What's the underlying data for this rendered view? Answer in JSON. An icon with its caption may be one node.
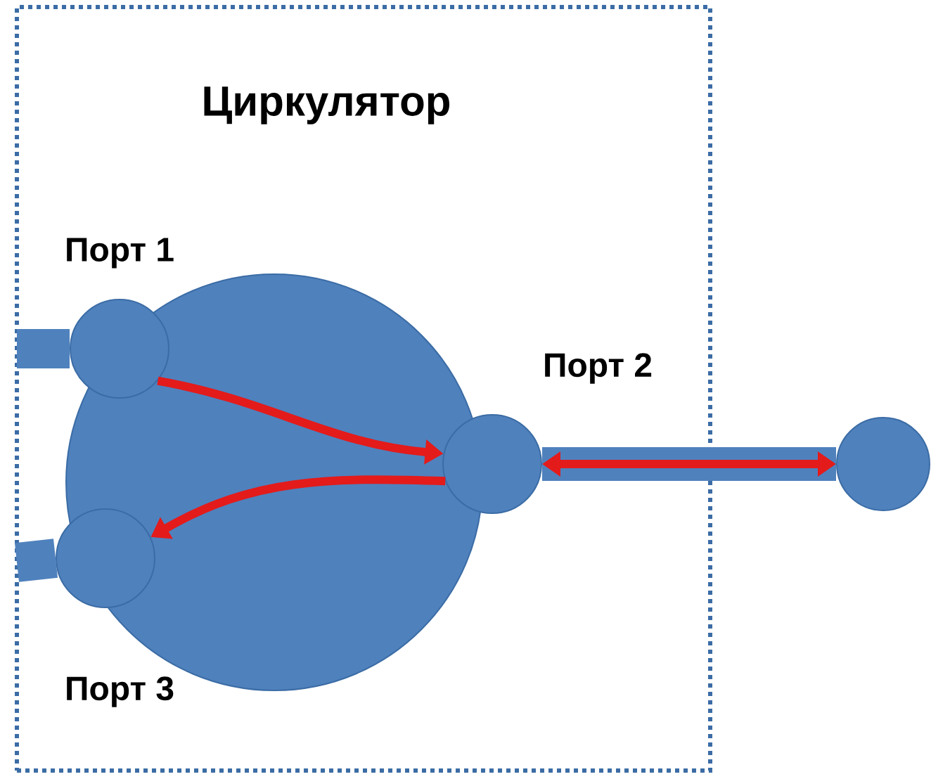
{
  "diagram": {
    "nodes": [
      {
        "text": [
          "Циркулятор"
        ]
      },
      {
        "text": [],
        "shape": "circle",
        "in": 0
      },
      {
        "text": [],
        "shape": "circle",
        "in": 1
      },
      {
        "text": [],
        "shape": "circle",
        "in": 0
      },
      {
        "text": [],
        "shape": "circle",
        "in": 1
      },
      {
        "text": [],
        "shape": "circle"
      }
    ],
    "edges": [
      {
        "from": 2,
        "to": 3,
        "arrow": "to",
        "color": "#e31b1b"
      },
      {
        "from": 3,
        "to": 4,
        "arrow": "to",
        "color": "#e31b1b"
      },
      {
        "from": 3,
        "to": 5,
        "arrow": "both",
        "color": "#e31b1b"
      },
      {
        "from": 3,
        "to": 5,
        "arrow": "none",
        "style": "thick",
        "color": "#4f81bd"
      },
      {
        "from": null,
        "to": 2,
        "arrow": "none",
        "style": "thick",
        "color": "#4f81bd"
      },
      {
        "from": null,
        "to": 4,
        "arrow": "none",
        "style": "thick",
        "color": "#4f81bd"
      }
    ],
    "labels": [
      "Порт 1",
      "Порт 2",
      "Порт 3"
    ]
  }
}
